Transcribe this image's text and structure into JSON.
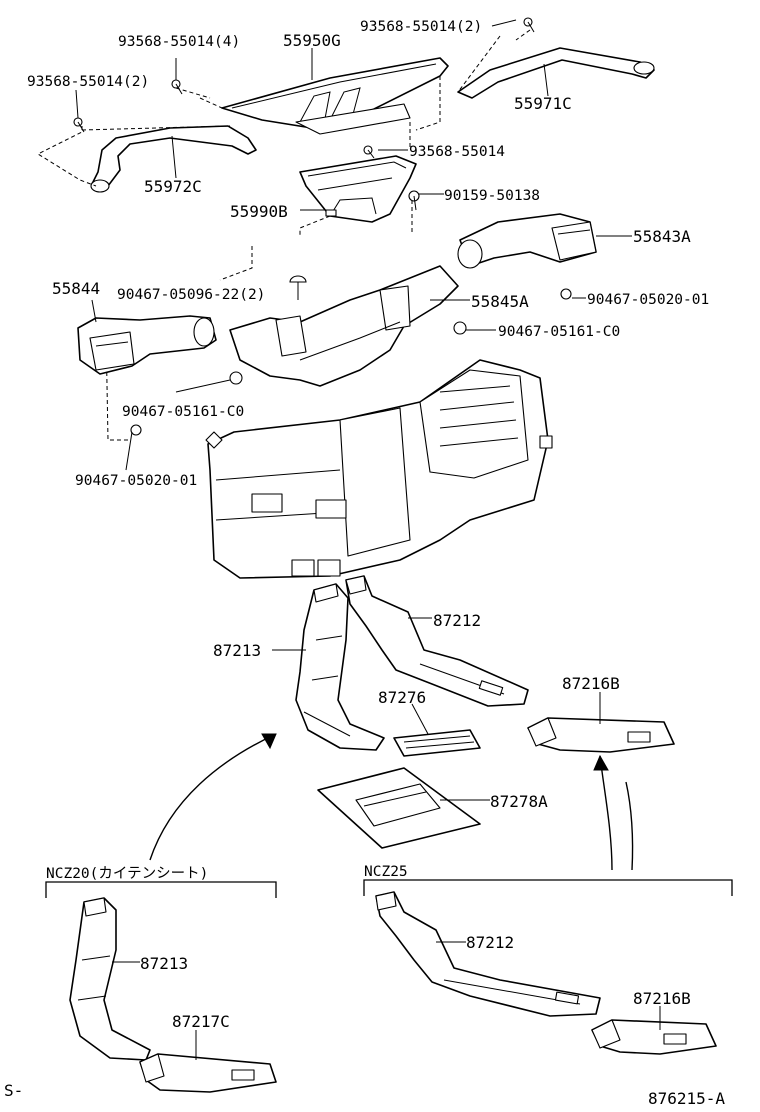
{
  "labels": {
    "bolt_93568_55014_4": "93568-55014(4)",
    "duct_55950G": "55950G",
    "bolt_93568_55014_2_right": "93568-55014(2)",
    "bolt_93568_55014_2_left": "93568-55014(2)",
    "duct_55971C": "55971C",
    "bolt_93568_55014": "93568-55014",
    "duct_55972C": "55972C",
    "screw_90159_50138": "90159-50138",
    "duct_55990B": "55990B",
    "duct_55843A": "55843A",
    "duct_55844": "55844",
    "clip_90467_05096_22": "90467-05096-22(2)",
    "duct_55845A": "55845A",
    "clip_90467_05020_01_right": "90467-05020-01",
    "clip_90467_05161_C0_right": "90467-05161-C0",
    "clip_90467_05161_C0_left": "90467-05161-C0",
    "clip_90467_05020_01_left": "90467-05020-01",
    "duct_87212": "87212",
    "duct_87213": "87213",
    "filter_87276": "87276",
    "duct_87216B": "87216B",
    "cover_87278A": "87278A",
    "variant_ncz20": "NCZ20(カイテンシート)",
    "variant_ncz25": "NCZ25",
    "ncz20_87213": "87213",
    "ncz20_87217C": "87217C",
    "ncz25_87212": "87212",
    "ncz25_87216B": "87216B",
    "corner_code": "S-",
    "diagram_number": "876215-A"
  }
}
